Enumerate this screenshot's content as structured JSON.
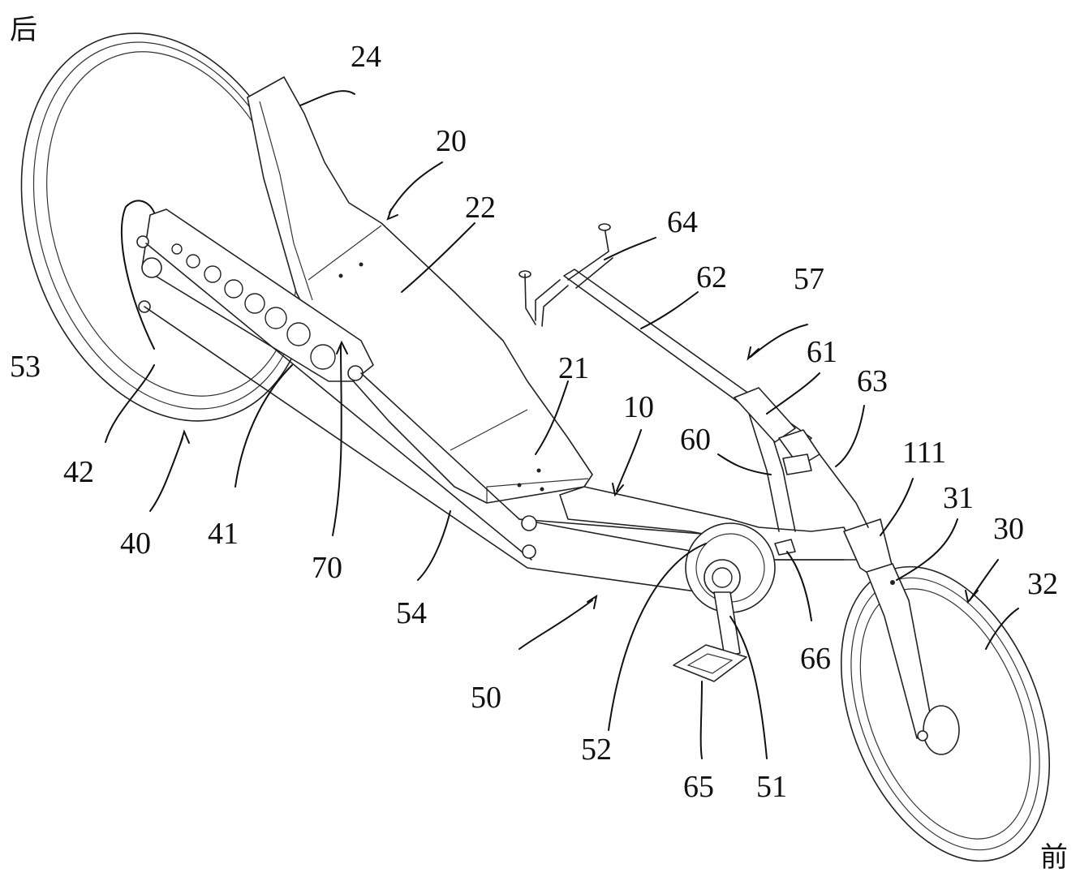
{
  "direction_labels": {
    "rear": "后",
    "front": "前"
  },
  "part_labels": [
    {
      "id": "10",
      "text": "10"
    },
    {
      "id": "20",
      "text": "20"
    },
    {
      "id": "21",
      "text": "21"
    },
    {
      "id": "22",
      "text": "22"
    },
    {
      "id": "24",
      "text": "24"
    },
    {
      "id": "30",
      "text": "30"
    },
    {
      "id": "31",
      "text": "31"
    },
    {
      "id": "32",
      "text": "32"
    },
    {
      "id": "40",
      "text": "40"
    },
    {
      "id": "41",
      "text": "41"
    },
    {
      "id": "42",
      "text": "42"
    },
    {
      "id": "50",
      "text": "50"
    },
    {
      "id": "51",
      "text": "51"
    },
    {
      "id": "52",
      "text": "52"
    },
    {
      "id": "53",
      "text": "53"
    },
    {
      "id": "54",
      "text": "54"
    },
    {
      "id": "57",
      "text": "57"
    },
    {
      "id": "60",
      "text": "60"
    },
    {
      "id": "61",
      "text": "61"
    },
    {
      "id": "62",
      "text": "62"
    },
    {
      "id": "63",
      "text": "63"
    },
    {
      "id": "64",
      "text": "64"
    },
    {
      "id": "65",
      "text": "65"
    },
    {
      "id": "66",
      "text": "66"
    },
    {
      "id": "70",
      "text": "70"
    },
    {
      "id": "111",
      "text": "111"
    }
  ]
}
